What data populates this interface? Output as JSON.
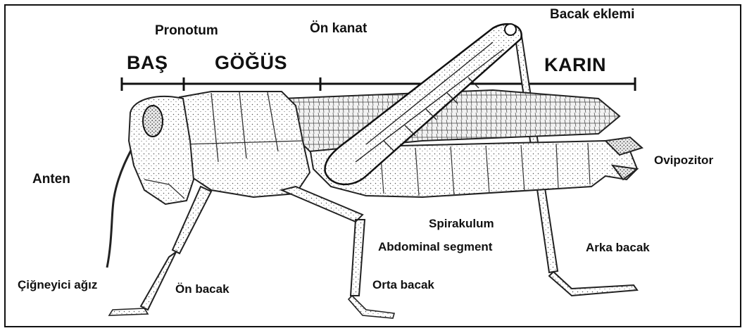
{
  "regions": {
    "head": "BAŞ",
    "thorax": "GÖĞÜS",
    "abdomen": "KARIN"
  },
  "labels": {
    "pronotum": "Pronotum",
    "forewing": "Ön kanat",
    "leg_joint": "Bacak eklemi",
    "antenna": "Anten",
    "ovipositor": "Ovipozitor",
    "spiracle": "Spirakulum",
    "abdominal_segment": "Abdominal segment",
    "hind_leg": "Arka bacak",
    "mouthparts": "Çiğneyici ağız",
    "foreleg": "Ön bacak",
    "middle_leg": "Orta bacak"
  }
}
